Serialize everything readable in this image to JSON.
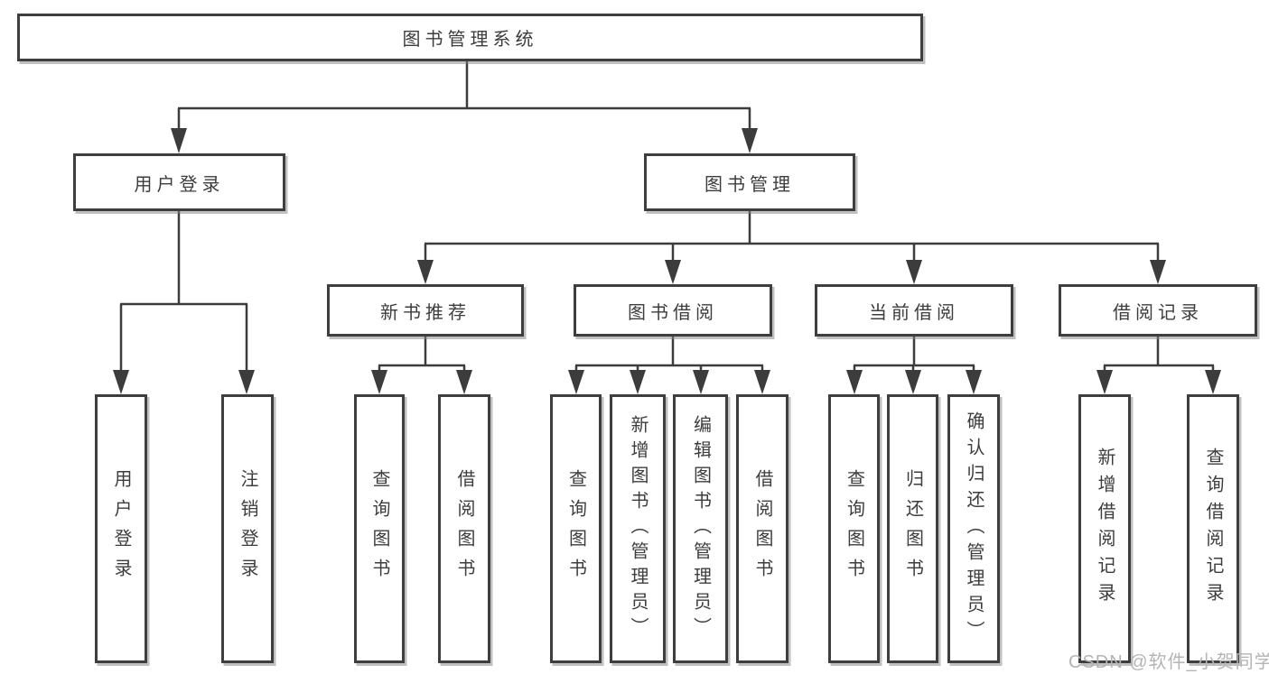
{
  "tree": {
    "label": "图书管理系统",
    "children": [
      {
        "label": "用户登录",
        "children": [
          {
            "label": "用户登录"
          },
          {
            "label": "注销登录"
          }
        ]
      },
      {
        "label": "图书管理",
        "children": [
          {
            "label": "新书推荐",
            "children": [
              {
                "label": "查询图书"
              },
              {
                "label": "借阅图书"
              }
            ]
          },
          {
            "label": "图书借阅",
            "children": [
              {
                "label": "查询图书"
              },
              {
                "label": "新增图书（管理员）"
              },
              {
                "label": "编辑图书（管理员）"
              },
              {
                "label": "借阅图书"
              }
            ]
          },
          {
            "label": "当前借阅",
            "children": [
              {
                "label": "查询图书"
              },
              {
                "label": "归还图书"
              },
              {
                "label": "确认归还（管理员）"
              }
            ]
          },
          {
            "label": "借阅记录",
            "children": [
              {
                "label": "新增借阅记录"
              },
              {
                "label": "查询借阅记录"
              }
            ]
          }
        ]
      }
    ]
  },
  "watermark": {
    "text": "CSDN @软件_小贺同学"
  },
  "colors": {
    "line": "#3c3c3c",
    "border": "#3e3e3e",
    "text": "#3d3d3d",
    "watermark": "#b4b4b4",
    "background": "#ffffff"
  }
}
